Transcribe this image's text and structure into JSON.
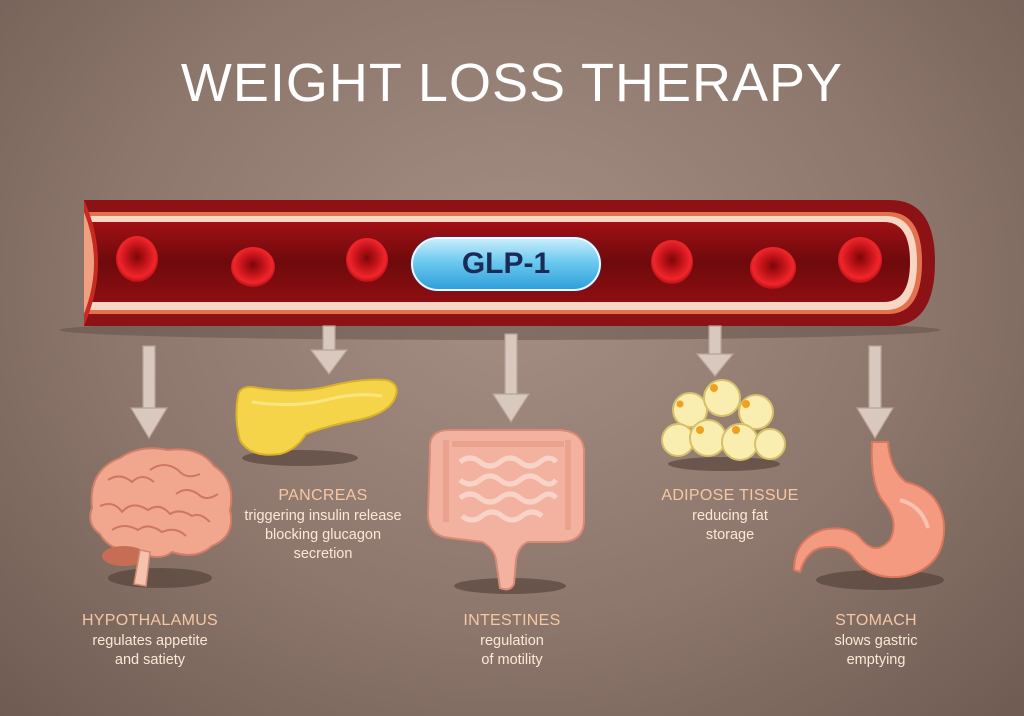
{
  "title": "WEIGHT LOSS THERAPY",
  "hormone": "GLP-1",
  "organs": [
    {
      "name": "HYPOTHALAMUS",
      "desc_lines": [
        "regulates appetite",
        "and satiety"
      ]
    },
    {
      "name": "PANCREAS",
      "desc_lines": [
        "triggering insulin release",
        "blocking glucagon",
        "secretion"
      ]
    },
    {
      "name": "INTESTINES",
      "desc_lines": [
        "regulation",
        "of motility"
      ]
    },
    {
      "name": "ADIPOSE TISSUE",
      "desc_lines": [
        "reducing fat",
        "storage"
      ]
    },
    {
      "name": "STOMACH",
      "desc_lines": [
        "slows gastric",
        "emptying"
      ]
    }
  ],
  "colors": {
    "background": "#8d776c",
    "vessel_wall": "#7a0e12",
    "vessel_stripe": "#e06a4a",
    "blood_cell": "#d41a1f",
    "glp_badge": "#5fc4ec",
    "label_head": "#f6c7a3",
    "label_text": "#fbe8d6"
  }
}
